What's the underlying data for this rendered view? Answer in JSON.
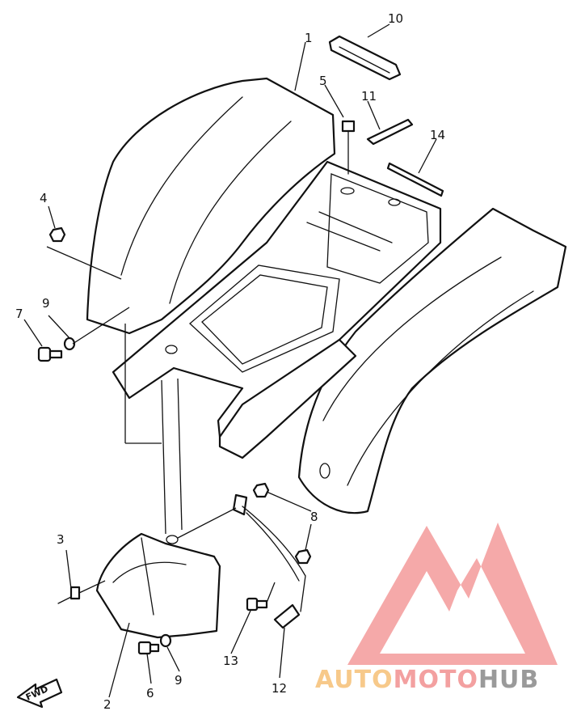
{
  "callouts": [
    {
      "id": "1",
      "text": "1"
    },
    {
      "id": "2",
      "text": "2"
    },
    {
      "id": "3",
      "text": "3"
    },
    {
      "id": "4",
      "text": "4"
    },
    {
      "id": "5",
      "text": "5"
    },
    {
      "id": "6",
      "text": "6"
    },
    {
      "id": "7",
      "text": "7"
    },
    {
      "id": "8",
      "text": "8"
    },
    {
      "id": "9a",
      "text": "9"
    },
    {
      "id": "9b",
      "text": "9"
    },
    {
      "id": "10",
      "text": "10"
    },
    {
      "id": "11",
      "text": "11"
    },
    {
      "id": "12",
      "text": "12"
    },
    {
      "id": "13",
      "text": "13"
    },
    {
      "id": "14",
      "text": "14"
    }
  ],
  "direction_marker": {
    "text": "FWD",
    "icon": "arrow-icon"
  },
  "watermark": {
    "part1": "AUTO",
    "part2": "MOTO",
    "part3": "HUB",
    "colors": {
      "auto": "#f7c98a",
      "moto": "#f3a0a0",
      "hub": "#9a9a9a",
      "logo": "#f39a9a"
    }
  }
}
